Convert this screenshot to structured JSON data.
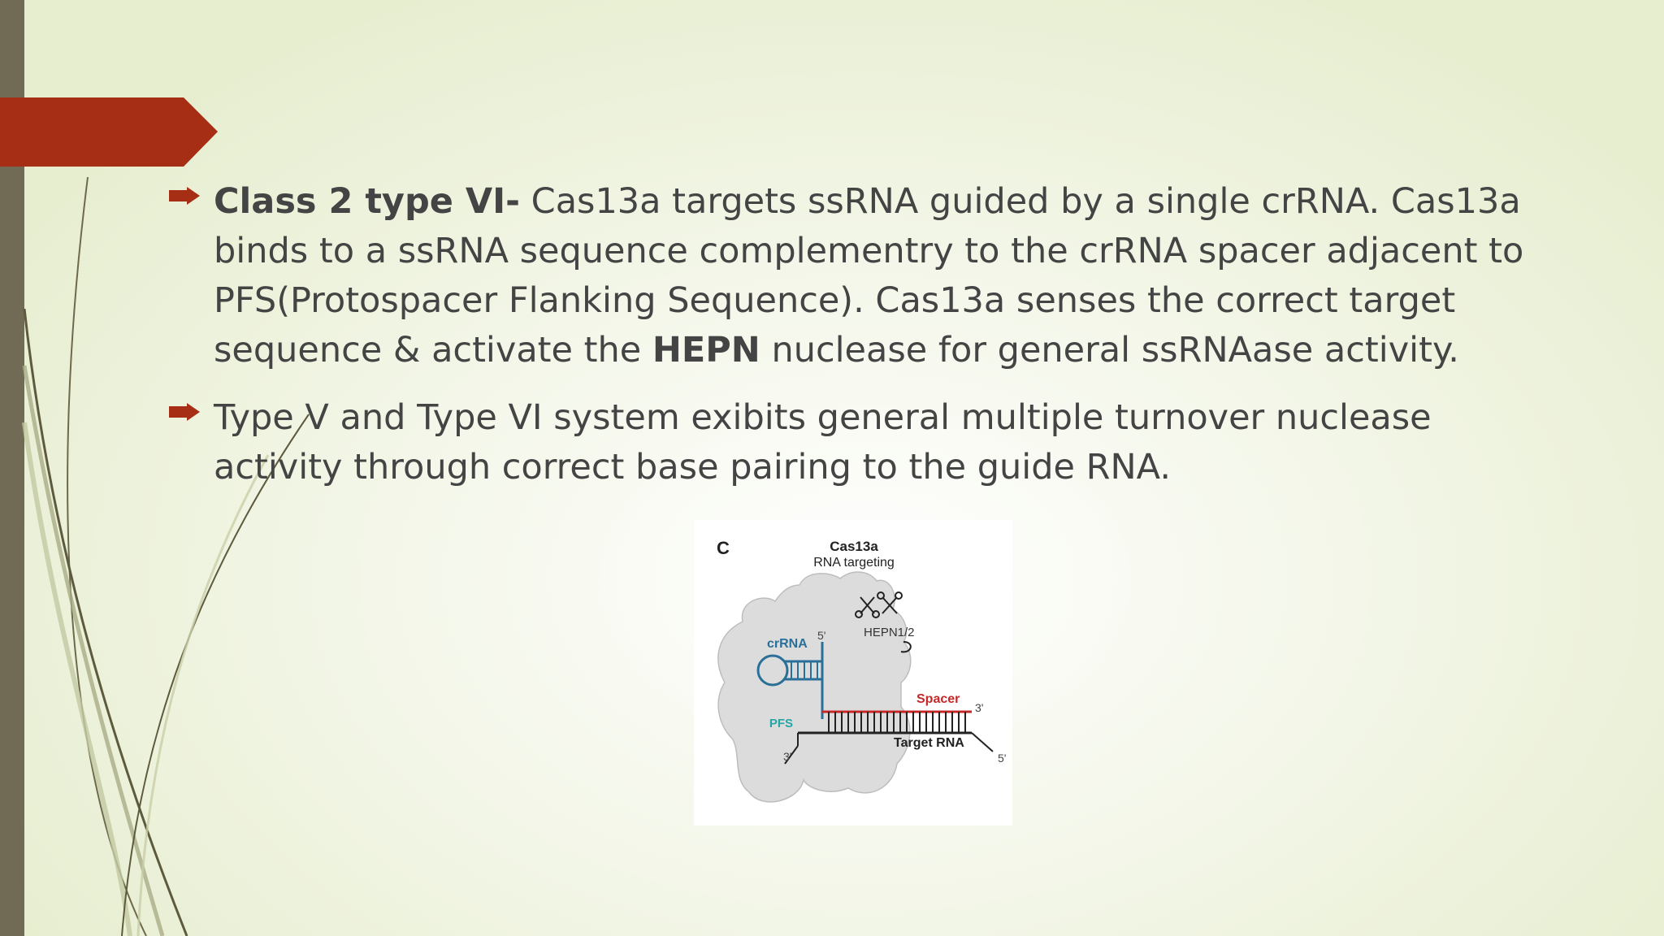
{
  "slide": {
    "bullets": [
      {
        "lead_bold": "Class 2 type VI-",
        "text_before": " Cas13a targets ssRNA guided by a single crRNA. Cas13a binds to a ssRNA sequence complementry to the crRNA spacer adjacent to PFS(Protospacer Flanking Sequence). Cas13a senses the correct target sequence & activate the ",
        "inline_bold": "HEPN",
        "text_after": " nuclease for general ssRNAase activity."
      },
      {
        "text": "Type V and Type VI system exibits general multiple turnover nuclease activity through correct base pairing to the guide RNA."
      }
    ],
    "figure": {
      "panel_letter": "C",
      "title": "Cas13a",
      "subtitle": "RNA targeting",
      "crrna_label": "crRNA",
      "five_prime_top": "5'",
      "hepn_label": "HEPN1/2",
      "spacer_label": "Spacer",
      "pfs_label": "PFS",
      "target_rna_label": "Target RNA",
      "three_prime_right": "3'",
      "three_prime_left": "3'",
      "five_prime_right": "5'"
    },
    "colors": {
      "accent": "#a52e15",
      "left_bar": "#716a54",
      "text": "#444444",
      "crrna": "#2a6f97",
      "spacer": "#c62828",
      "pfs": "#26a5a5"
    }
  }
}
